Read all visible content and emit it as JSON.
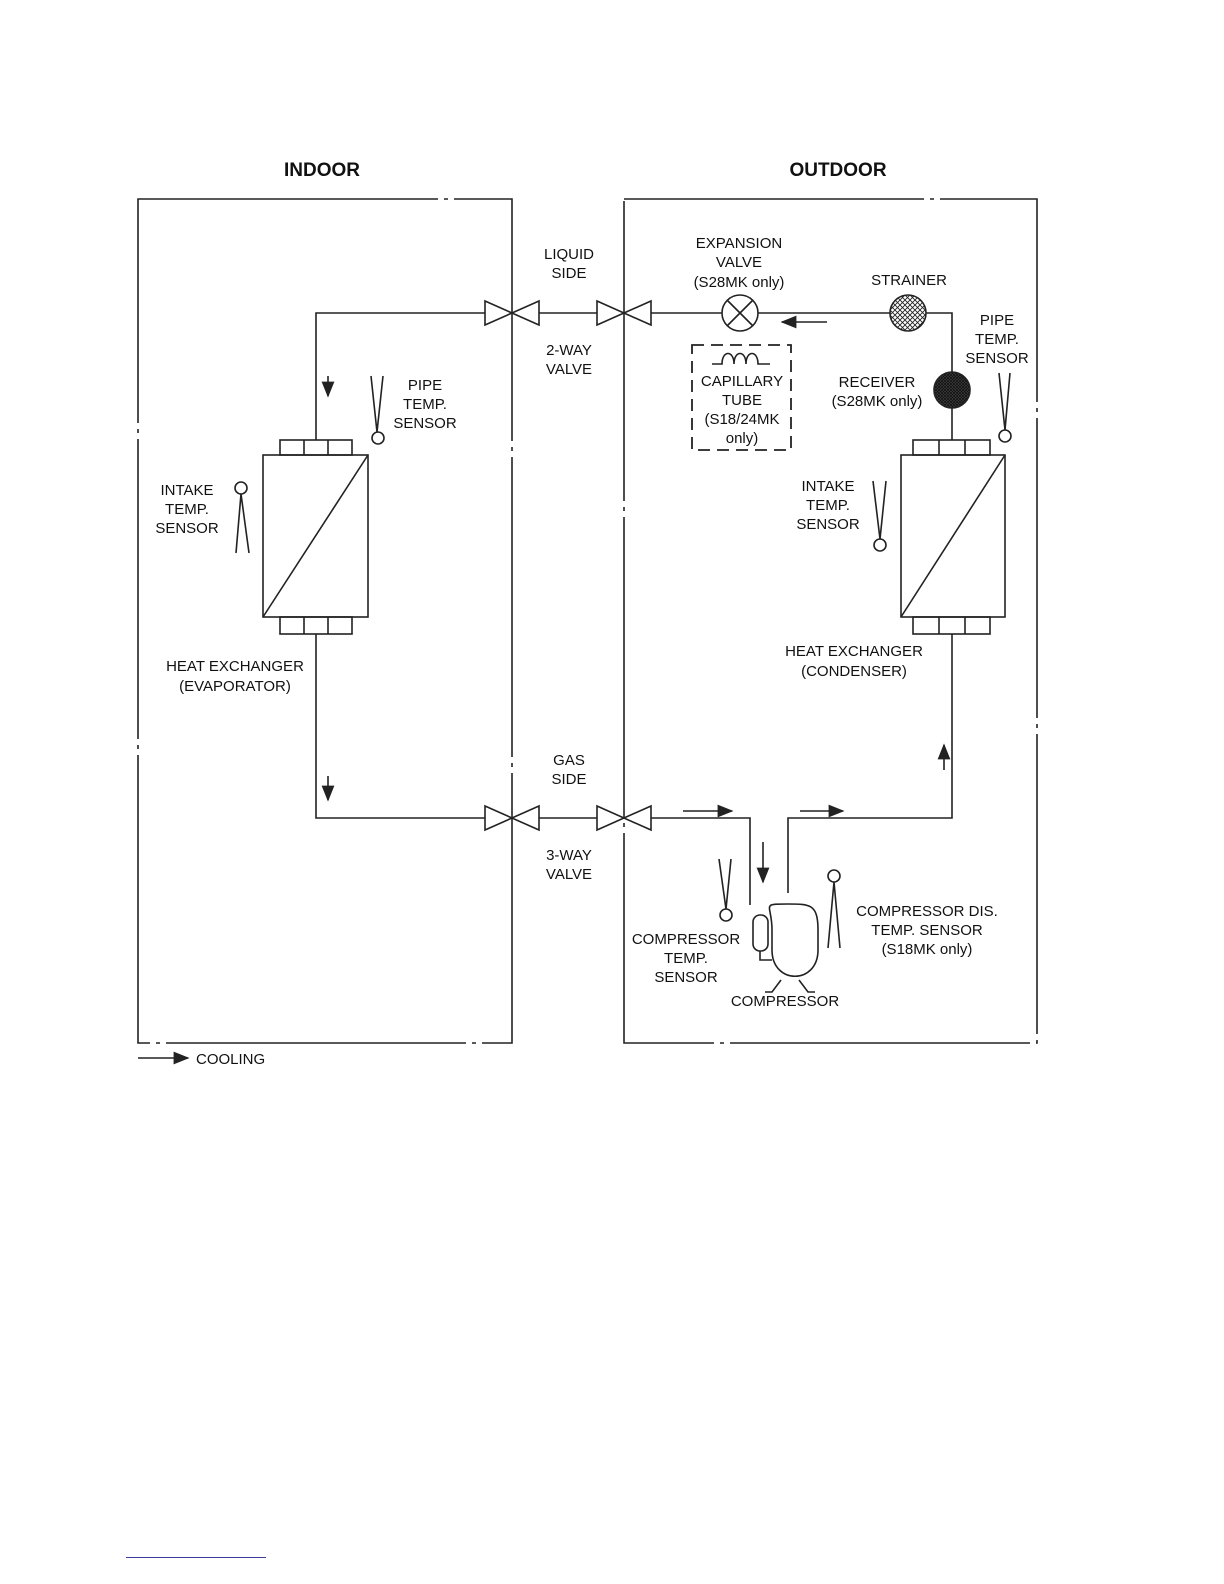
{
  "headers": {
    "indoor": "INDOOR",
    "outdoor": "OUTDOOR"
  },
  "labels": {
    "liquid_side": [
      "LIQUID",
      "SIDE"
    ],
    "two_way_valve": [
      "2-WAY",
      "VALVE"
    ],
    "gas_side": [
      "GAS",
      "SIDE"
    ],
    "three_way_valve": [
      "3-WAY",
      "VALVE"
    ],
    "expansion_valve": [
      "EXPANSION",
      "VALVE",
      "(S28MK only)"
    ],
    "strainer": "STRAINER",
    "capillary_tube": [
      "CAPILLARY",
      "TUBE",
      "(S18/24MK",
      "only)"
    ],
    "receiver": [
      "RECEIVER",
      "(S28MK only)"
    ],
    "outdoor_pipe_sensor": [
      "PIPE",
      "TEMP.",
      "SENSOR"
    ],
    "indoor_pipe_sensor": [
      "PIPE",
      "TEMP.",
      "SENSOR"
    ],
    "indoor_intake_sensor": [
      "INTAKE",
      "TEMP.",
      "SENSOR"
    ],
    "outdoor_intake_sensor": [
      "INTAKE",
      "TEMP.",
      "SENSOR"
    ],
    "evaporator": [
      "HEAT EXCHANGER",
      "(EVAPORATOR)"
    ],
    "condenser": [
      "HEAT EXCHANGER",
      "(CONDENSER)"
    ],
    "compressor_temp_sensor": [
      "COMPRESSOR",
      "TEMP.",
      "SENSOR"
    ],
    "compressor": "COMPRESSOR",
    "compressor_dis_sensor": [
      "COMPRESSOR DIS.",
      "TEMP. SENSOR",
      "(S18MK only)"
    ]
  },
  "legend": {
    "cooling": "COOLING"
  }
}
